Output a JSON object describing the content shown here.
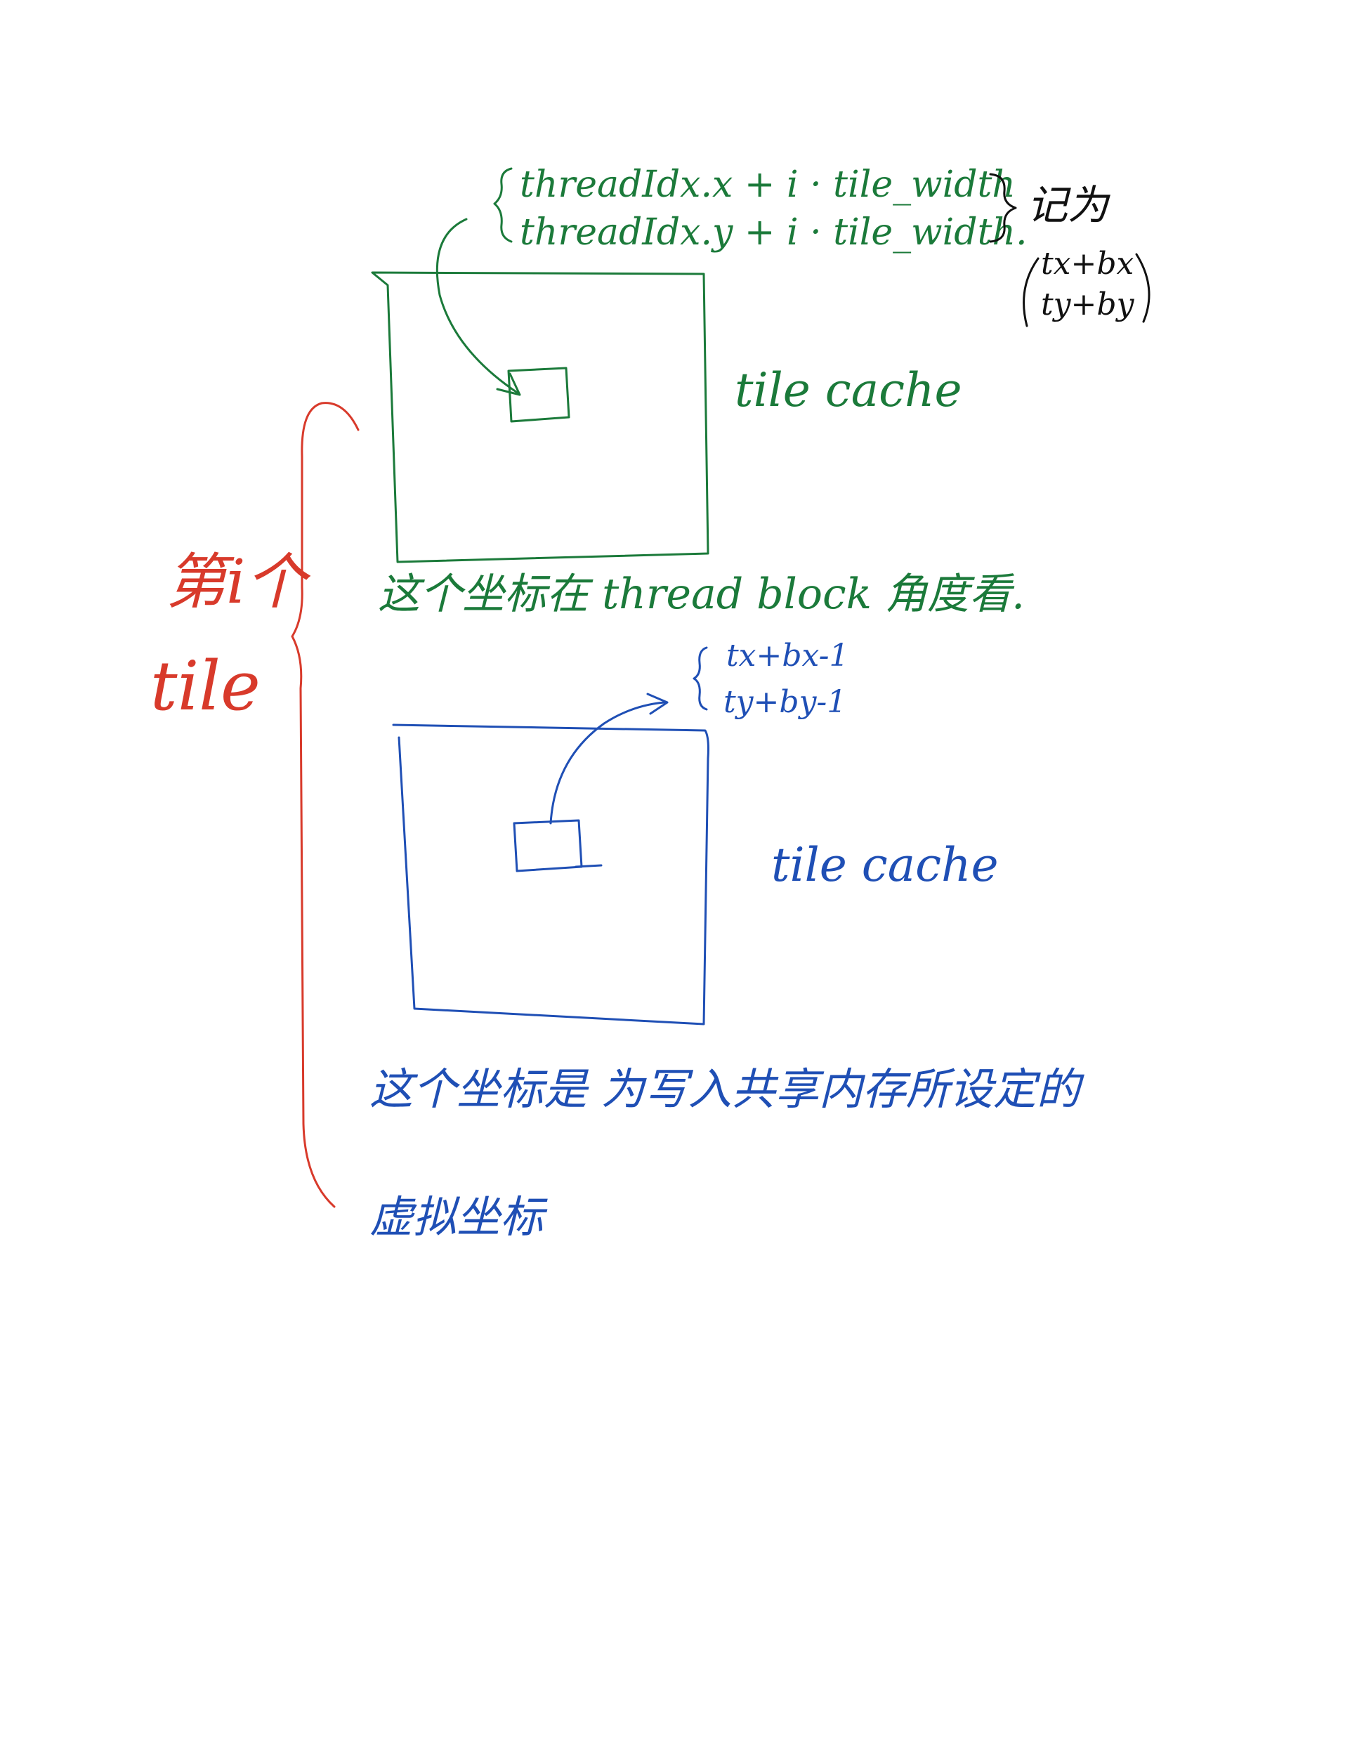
{
  "colors": {
    "green": "#1b7a3a",
    "blue": "#1f4fb5",
    "red": "#d83a2b",
    "black": "#111111",
    "background": "#ffffff"
  },
  "top_section": {
    "formula_line1": "threadIdx.x + i · tile_width",
    "formula_line2": "threadIdx.y + i · tile_width.",
    "alias_label": "记为",
    "alias_line1": "tx+bx",
    "alias_line2": "ty+by",
    "tile_label": "tile cache",
    "caption": "这个坐标在 thread block 角度看."
  },
  "bottom_section": {
    "formula_line1": "tx+bx-1",
    "formula_line2": "ty+by-1",
    "tile_label": "tile cache",
    "caption_line1": "这个坐标是 为写入共享内存所设定的",
    "caption_line2": "虚拟坐标"
  },
  "side_label": {
    "line1": "第i个",
    "line2": "tile"
  }
}
